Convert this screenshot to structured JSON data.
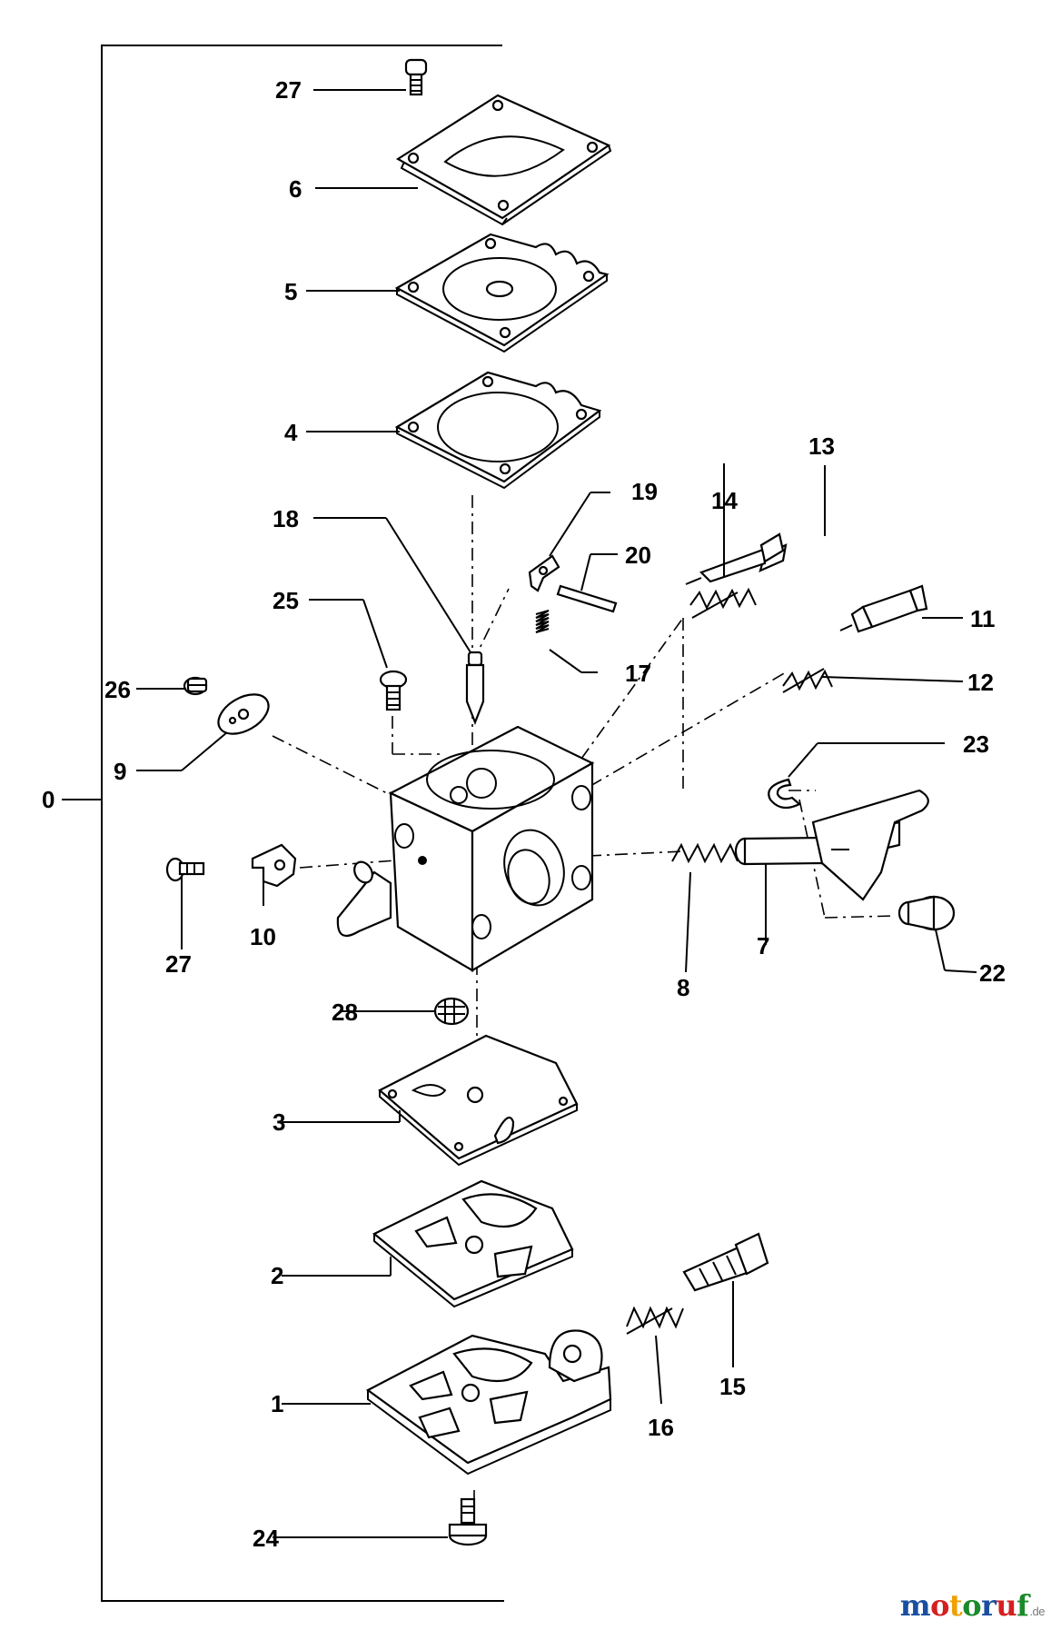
{
  "diagram": {
    "labels": {
      "l0": "0",
      "l1": "1",
      "l2": "2",
      "l3": "3",
      "l4": "4",
      "l5": "5",
      "l6": "6",
      "l7": "7",
      "l8": "8",
      "l9": "9",
      "l10": "10",
      "l11": "11",
      "l12": "12",
      "l13": "13",
      "l14": "14",
      "l15": "15",
      "l16": "16",
      "l17": "17",
      "l18": "18",
      "l19": "19",
      "l20": "20",
      "l22": "22",
      "l23": "23",
      "l24": "24",
      "l25": "25",
      "l26": "26",
      "l27a": "27",
      "l27b": "27",
      "l28": "28"
    }
  },
  "watermark": {
    "letters": [
      "m",
      "o",
      "t",
      "o",
      "r",
      "u",
      "f"
    ],
    "colors": [
      "#1a4fa0",
      "#d42020",
      "#f0a000",
      "#1a8a2a",
      "#1a4fa0",
      "#d42020",
      "#1a8a2a"
    ],
    "suffix": ".de"
  }
}
